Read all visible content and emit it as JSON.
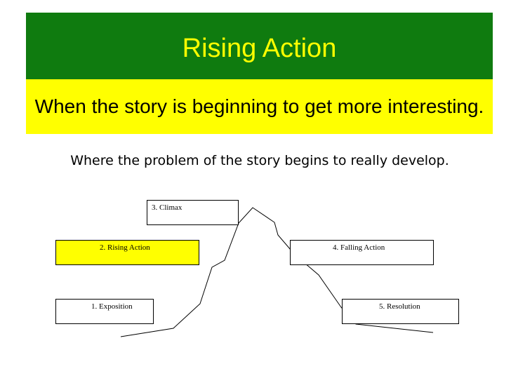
{
  "title": "Rising Action",
  "definition": "When the story is beginning to get more interesting.",
  "explanation": "Where the problem of the story begins to really develop.",
  "plot_labels": {
    "climax": "3. Climax",
    "rising_action": "2. Rising Action",
    "falling_action": "4. Falling Action",
    "exposition": "1. Exposition",
    "resolution": "5. Resolution"
  },
  "colors": {
    "title_bg": "#0f7b0f",
    "title_text": "#ffff00",
    "highlight": "#ffff00"
  }
}
